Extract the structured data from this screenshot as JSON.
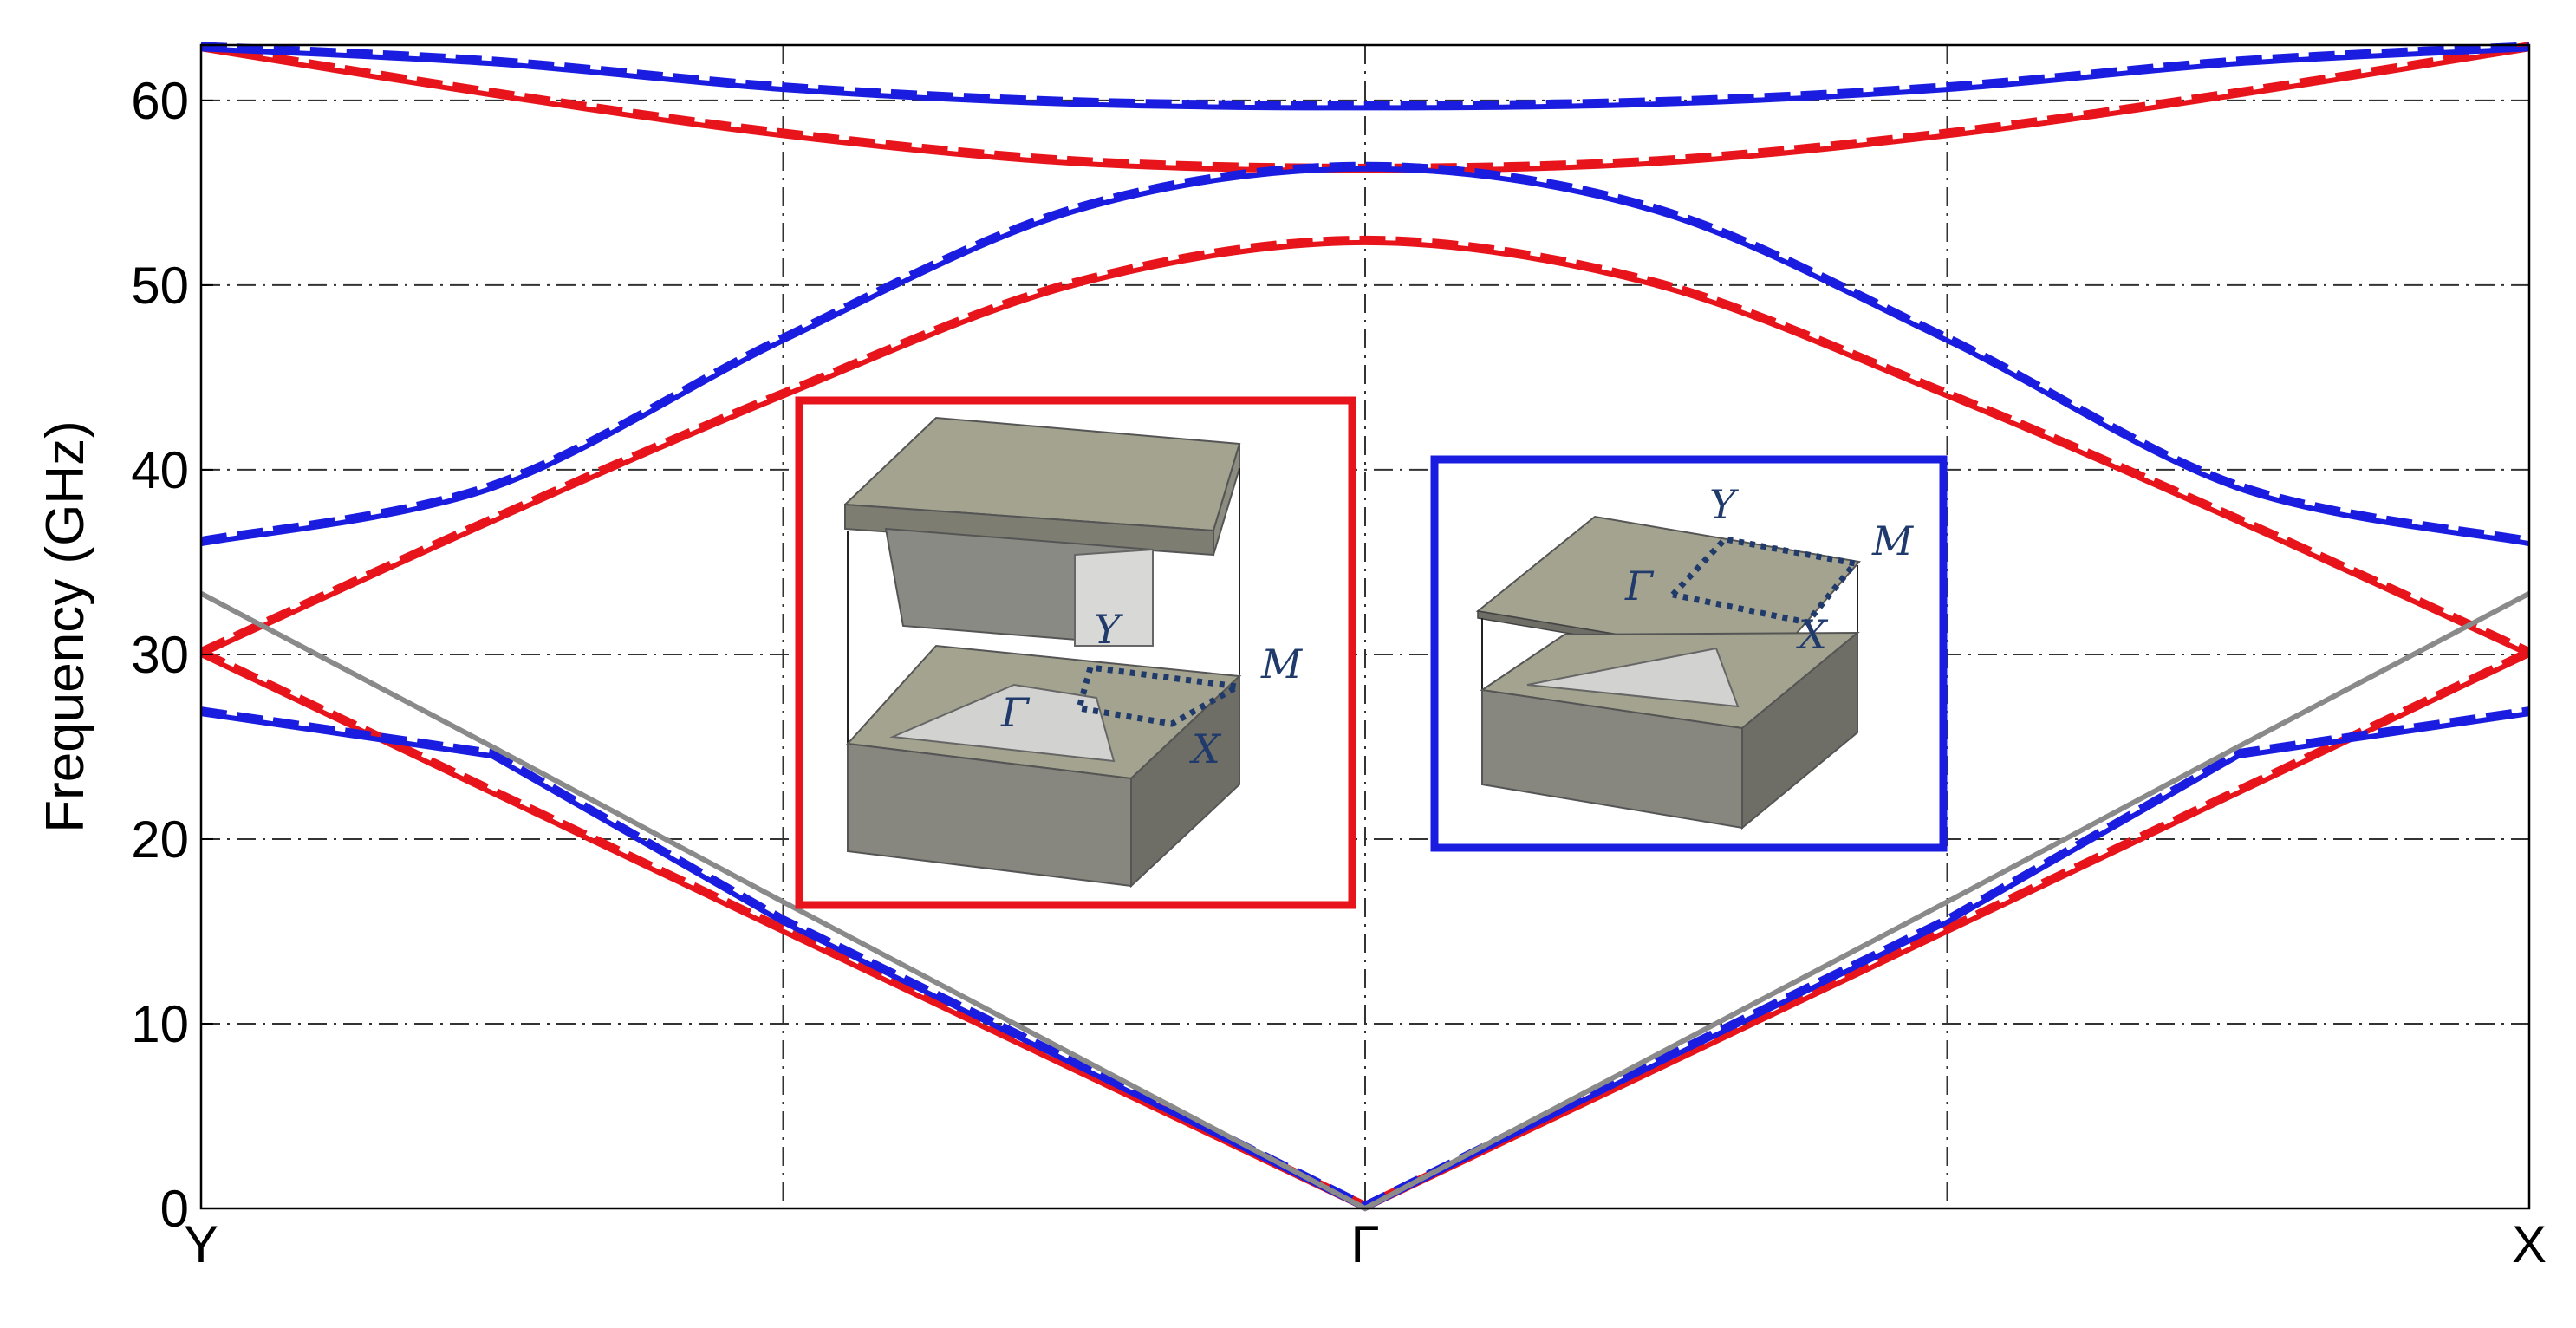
{
  "chart_data": {
    "type": "line",
    "title": "",
    "xlabel": "",
    "ylabel": "Frequency (GHz)",
    "x_tick_labels": [
      "Y",
      "Γ",
      "X"
    ],
    "x": [
      -1,
      -0.75,
      -0.5,
      -0.25,
      0,
      0.25,
      0.5,
      0.75,
      1
    ],
    "x_note_points": "Y=-1, Γ=0, X=1",
    "ylim": [
      0,
      63
    ],
    "yticks": [
      0,
      10,
      20,
      30,
      40,
      50,
      60
    ],
    "grid": true,
    "colors": {
      "red": "#e8141b",
      "blue": "#1a1de0",
      "gray": "#8a8a8a",
      "grid": "#333333"
    },
    "series": [
      {
        "color": "red",
        "style": "solid+dashed",
        "values": [
          30,
          22.5,
          15,
          7.5,
          0,
          7.5,
          15,
          22.5,
          30
        ]
      },
      {
        "color": "red",
        "style": "solid+dashed",
        "values": [
          30,
          37.2,
          44,
          50,
          52.3,
          50,
          44,
          37.2,
          30
        ]
      },
      {
        "color": "red",
        "style": "solid+dashed",
        "values": [
          62.8,
          60.3,
          58.1,
          56.6,
          56.2,
          56.6,
          58.1,
          60.3,
          62.8
        ]
      },
      {
        "color": "blue",
        "style": "solid+dashed",
        "values": [
          26.8,
          24.5,
          15.5,
          7.8,
          0,
          7.8,
          15.5,
          24.5,
          26.8
        ]
      },
      {
        "color": "blue",
        "style": "solid+dashed",
        "values": [
          36,
          39,
          47,
          54,
          56.3,
          54,
          47,
          39,
          36
        ]
      },
      {
        "color": "blue",
        "style": "solid+dashed",
        "values": [
          62.8,
          62,
          60.6,
          59.8,
          59.6,
          59.8,
          60.6,
          62,
          62.8
        ]
      },
      {
        "color": "gray",
        "style": "solid",
        "values": [
          33.3,
          25,
          16.6,
          8.3,
          0,
          8.3,
          16.6,
          25,
          33.3
        ]
      }
    ],
    "insets": [
      {
        "frame_color": "red",
        "labels": [
          "Y",
          "M",
          "Γ",
          "X"
        ]
      },
      {
        "frame_color": "blue",
        "labels": [
          "Y",
          "M",
          "Γ",
          "X"
        ]
      }
    ]
  }
}
